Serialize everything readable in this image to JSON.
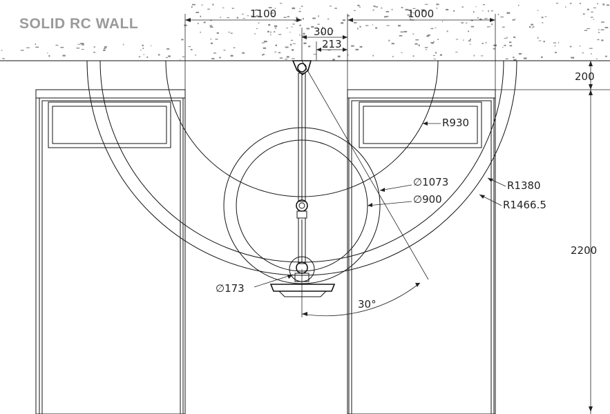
{
  "title": "SOLID RC WALL",
  "dimensions": {
    "left_span": "1100",
    "right_span": "1000",
    "arm_offset": "300",
    "mount_offset": "213",
    "ceiling_gap": "200",
    "height": "2200",
    "r930": "R930",
    "d1073": "∅1073",
    "d900": "∅900",
    "r1380": "R1380",
    "r1466": "R1466.5",
    "d173": "∅173",
    "angle": "30°"
  },
  "colors": {
    "line": "#111111",
    "title": "#9a9a9a",
    "concrete": "#8a8a8a"
  }
}
